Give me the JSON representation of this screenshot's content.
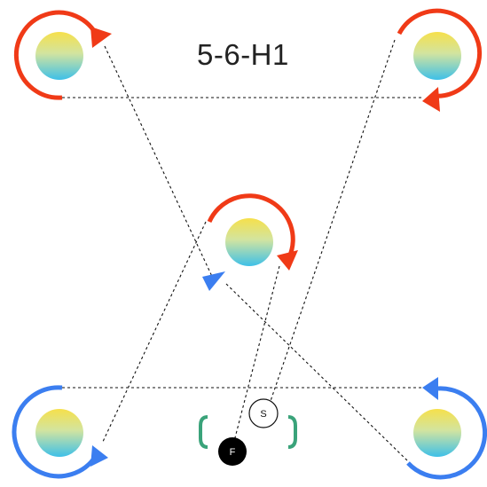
{
  "title": "5-6-H1",
  "markers": {
    "start_label": "S",
    "finish_label": "F"
  },
  "colors": {
    "red_arrow": "#f03a17",
    "blue_arrow": "#3b7ef0",
    "bracket": "#3aa37a",
    "line": "#111111",
    "ball_top": "#f6e04b",
    "ball_bottom": "#3ec0e8"
  },
  "players": [
    {
      "id": "top-left",
      "rotation": "red"
    },
    {
      "id": "top-right",
      "rotation": "red"
    },
    {
      "id": "center",
      "rotation": "red"
    },
    {
      "id": "bottom-left",
      "rotation": "blue"
    },
    {
      "id": "bottom-right",
      "rotation": "blue"
    }
  ]
}
